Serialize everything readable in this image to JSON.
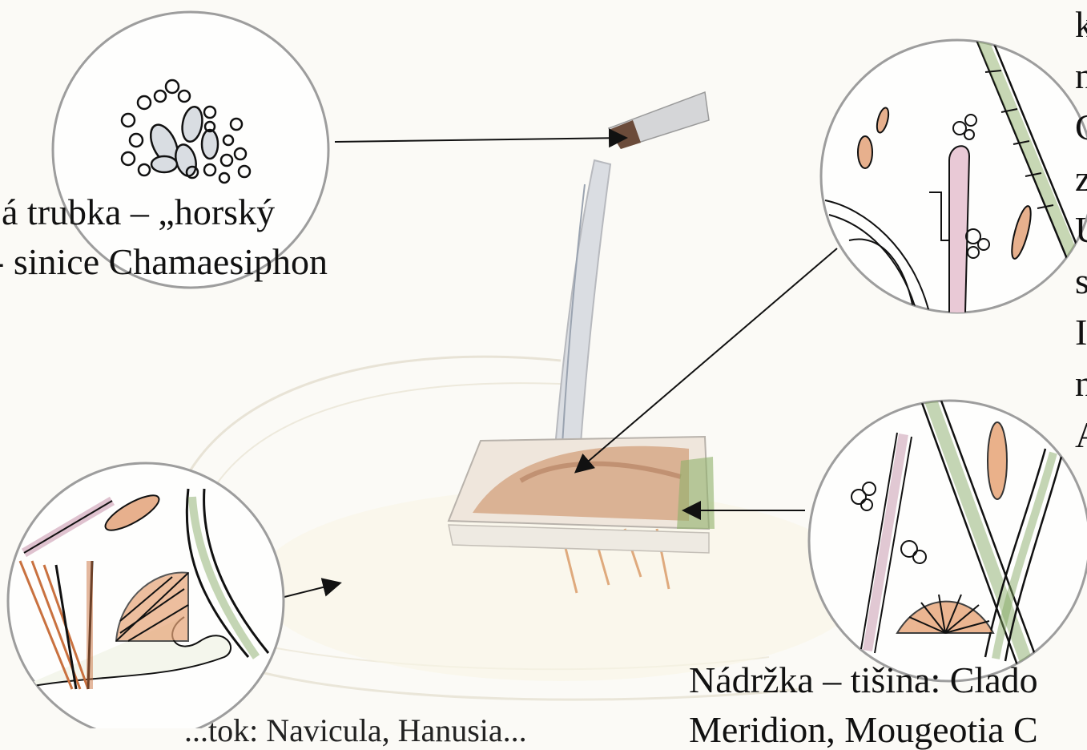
{
  "captions": {
    "pipe_line1": "á trubka – „horský",
    "pipe_line2": "- sinice Chamaesiphon",
    "tank_line1": "Nádržka – tišina: Clado",
    "tank_line2": "Meridion, Mougeotia C",
    "bottom_left_line": "...tok: Navicula, Hanusia..."
  },
  "right_edge_letters": [
    "k",
    "n",
    "C",
    "z",
    "U",
    "s",
    "I",
    "n",
    "A"
  ],
  "colors": {
    "paper": "#fbfaf6",
    "ink": "#111111",
    "pencil_gray": "#b9bcc2",
    "rust_orange": "#c9713f",
    "green_algae": "#7fa35a",
    "pink_filament": "#c99ab0"
  }
}
